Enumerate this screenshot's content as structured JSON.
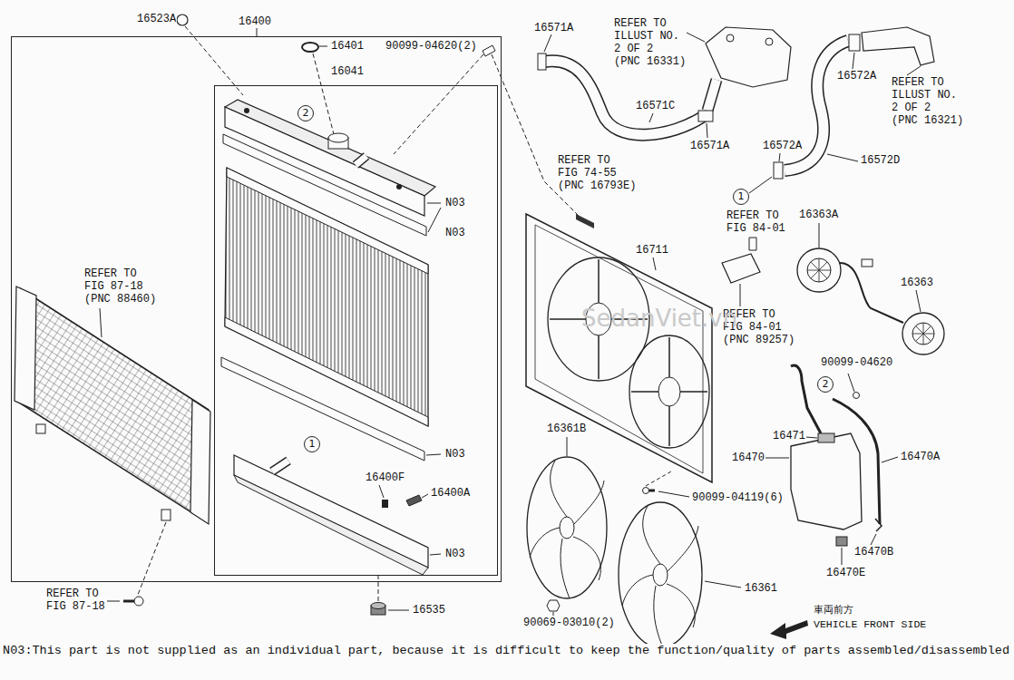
{
  "diagram": {
    "nodes": [
      {
        "text": [
          "16400"
        ]
      },
      {
        "text": [
          "16041"
        ],
        "in": 0
      },
      {
        "text": [
          "2"
        ],
        "in": 1
      },
      {
        "text": [
          "1"
        ],
        "in": 1
      },
      {
        "text": [
          "1"
        ]
      },
      {
        "text": [
          "2"
        ]
      }
    ],
    "labels": [
      "16523A",
      "16401",
      "90099-04620(2)",
      "16571A",
      "REFER TO ILLUST NO. 2 OF 2 (PNC 16331)",
      "16572A",
      "REFER TO ILLUST NO. 2 OF 2 (PNC 16321)",
      "16571C",
      "16571A",
      "16572A",
      "16572D",
      "REFER TO FIG 74-55 (PNC 16793E)",
      "REFER TO FIG 84-01",
      "16363A",
      "N03",
      "N03",
      "16711",
      "REFER TO FIG 87-18 (PNC 88460)",
      "16363",
      "REFER TO FIG 84-01 (PNC 89257)",
      "SedanViet.vn",
      "90099-04620",
      "16361B",
      "16471",
      "N03",
      "16470",
      "16470A",
      "16400F",
      "16400A",
      "90099-04119(6)",
      "16470B",
      "N03",
      "16470E",
      "16361",
      "REFER TO FIG 87-18",
      "16535",
      "車両前方",
      "90069-03010(2)",
      "VEHICLE FRONT SIDE",
      "N03:This part is not supplied as an individual part, because it is difficult to keep the function/quality of parts assembled/disassembled"
    ]
  }
}
